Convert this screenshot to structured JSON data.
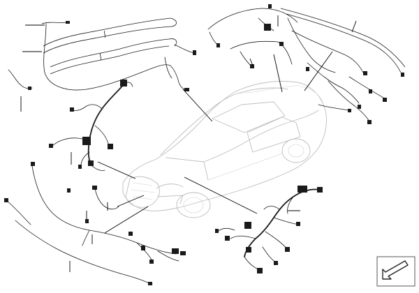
{
  "diagram": {
    "type": "exploded-parts-illustration",
    "subject": "vehicle-wiring-harness-set",
    "parts": [
      {
        "id": "headliner-harness",
        "region": "top-right"
      },
      {
        "id": "roof-harness-tail",
        "region": "top-right"
      },
      {
        "id": "cable-duct",
        "region": "top-left"
      },
      {
        "id": "door-harness-left",
        "region": "top-left"
      },
      {
        "id": "engine-harness",
        "region": "center-left"
      },
      {
        "id": "front-bumper-harness",
        "region": "bottom-left"
      },
      {
        "id": "fog-light-lead",
        "region": "center-left"
      },
      {
        "id": "body-main-harness",
        "region": "bottom-right"
      }
    ]
  },
  "navigation": {
    "icon": "back-arrow-icon"
  }
}
